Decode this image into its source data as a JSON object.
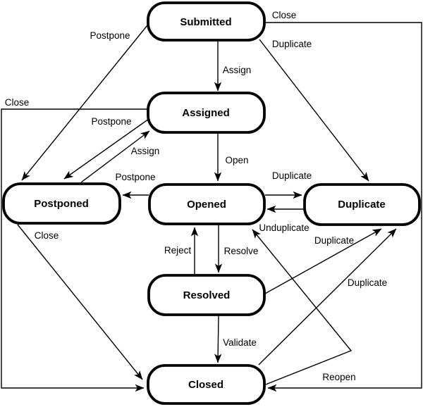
{
  "colors": {
    "background": "#ffffff",
    "line": "#000000",
    "node_fill": "#ffffff",
    "node_border": "#000000",
    "text": "#000000"
  },
  "states": [
    {
      "id": "submitted",
      "label": "Submitted"
    },
    {
      "id": "assigned",
      "label": "Assigned"
    },
    {
      "id": "postponed",
      "label": "Postponed"
    },
    {
      "id": "opened",
      "label": "Opened"
    },
    {
      "id": "duplicate",
      "label": "Duplicate"
    },
    {
      "id": "resolved",
      "label": "Resolved"
    },
    {
      "id": "closed",
      "label": "Closed"
    }
  ],
  "transitions": [
    {
      "from": "Submitted",
      "to": "Assigned",
      "label": "Assign"
    },
    {
      "from": "Submitted",
      "to": "Postponed",
      "label": "Postpone"
    },
    {
      "from": "Submitted",
      "to": "Closed",
      "label": "Close"
    },
    {
      "from": "Submitted",
      "to": "Duplicate",
      "label": "Duplicate"
    },
    {
      "from": "Assigned",
      "to": "Opened",
      "label": "Open"
    },
    {
      "from": "Assigned",
      "to": "Postponed",
      "label": "Postpone"
    },
    {
      "from": "Assigned",
      "to": "Closed",
      "label": "Close"
    },
    {
      "from": "Postponed",
      "to": "Assigned",
      "label": "Assign"
    },
    {
      "from": "Postponed",
      "to": "Closed",
      "label": "Close"
    },
    {
      "from": "Opened",
      "to": "Postponed",
      "label": "Postpone"
    },
    {
      "from": "Opened",
      "to": "Duplicate",
      "label": "Duplicate"
    },
    {
      "from": "Duplicate",
      "to": "Opened",
      "label": "Unduplicate"
    },
    {
      "from": "Opened",
      "to": "Resolved",
      "label": "Resolve"
    },
    {
      "from": "Resolved",
      "to": "Opened",
      "label": "Reject"
    },
    {
      "from": "Resolved",
      "to": "Closed",
      "label": "Validate"
    },
    {
      "from": "Resolved",
      "to": "Duplicate",
      "label": "Duplicate"
    },
    {
      "from": "Closed",
      "to": "Duplicate",
      "label": "Duplicate"
    },
    {
      "from": "Closed",
      "to": "Opened",
      "label": "Reopen"
    }
  ]
}
